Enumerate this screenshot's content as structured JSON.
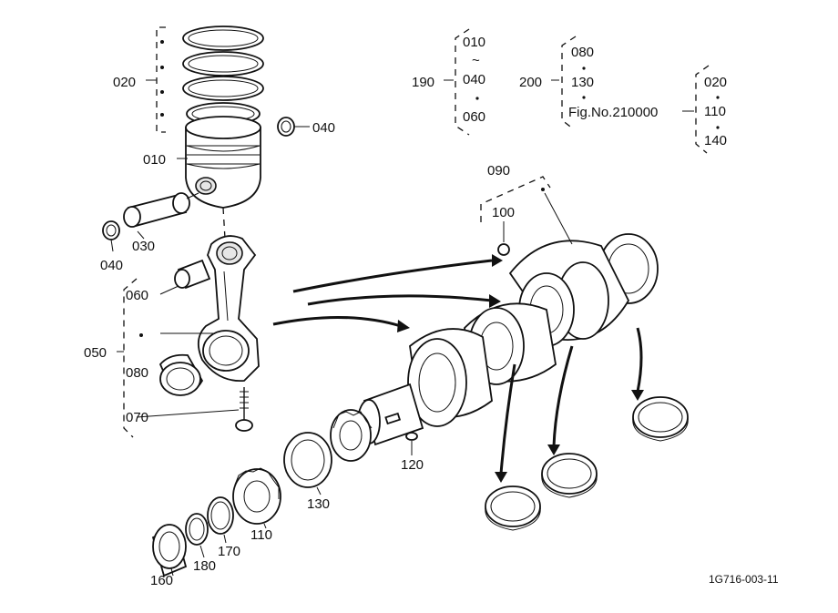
{
  "callouts": {
    "c020": "020",
    "c010": "010",
    "c040a": "040",
    "c040b": "040",
    "c030": "030",
    "c060": "060",
    "c050": "050",
    "c080": "080",
    "c070": "070",
    "c090": "090",
    "c100": "100",
    "c120": "120",
    "c130": "130",
    "c110": "110",
    "c170": "170",
    "c180": "180",
    "c160": "160"
  },
  "group190": {
    "ref": "190",
    "a": "010",
    "tilde": "~",
    "b": "040",
    "c": "060"
  },
  "group200": {
    "ref": "200",
    "a": "080",
    "b": "130",
    "fig": "Fig.No.210000",
    "c": "020",
    "d": "110",
    "e": "140"
  },
  "figure_code": "1G716-003-11"
}
